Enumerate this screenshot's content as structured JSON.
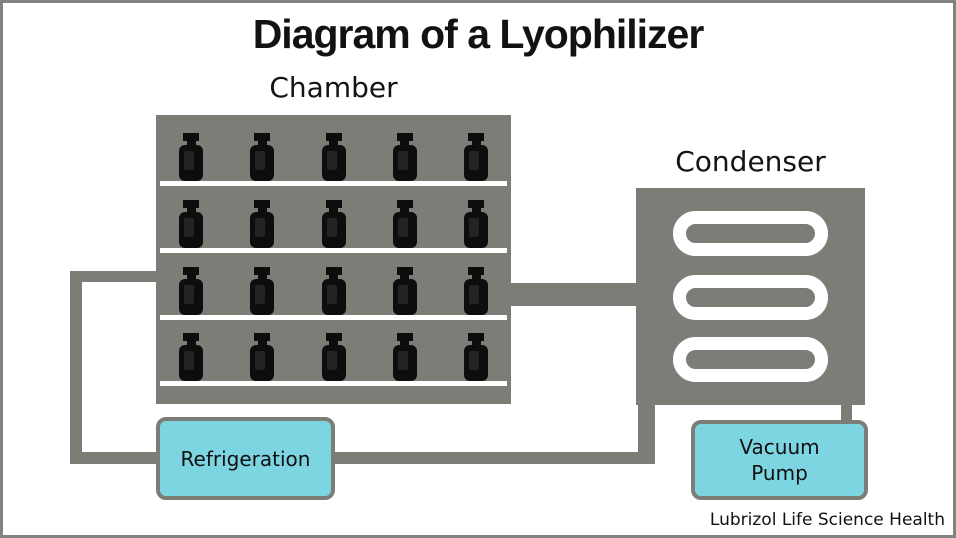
{
  "title": "Diagram of a Lyophilizer",
  "chamber": {
    "label": "Chamber",
    "shelf_count": 4,
    "vials_per_shelf": 5
  },
  "condenser": {
    "label": "Condenser",
    "coil_count": 3
  },
  "refrigeration": {
    "label": "Refrigeration"
  },
  "vacuum_pump": {
    "line1": "Vacuum",
    "line2": "Pump"
  },
  "footer": "Lubrizol Life Science Health",
  "colors": {
    "equipment_gray": "#7D7D78",
    "component_cyan": "#7ED5E2",
    "border_gray": "#828282",
    "vial_black": "#0D0D0D",
    "shelf_white": "#FFFFFF"
  }
}
